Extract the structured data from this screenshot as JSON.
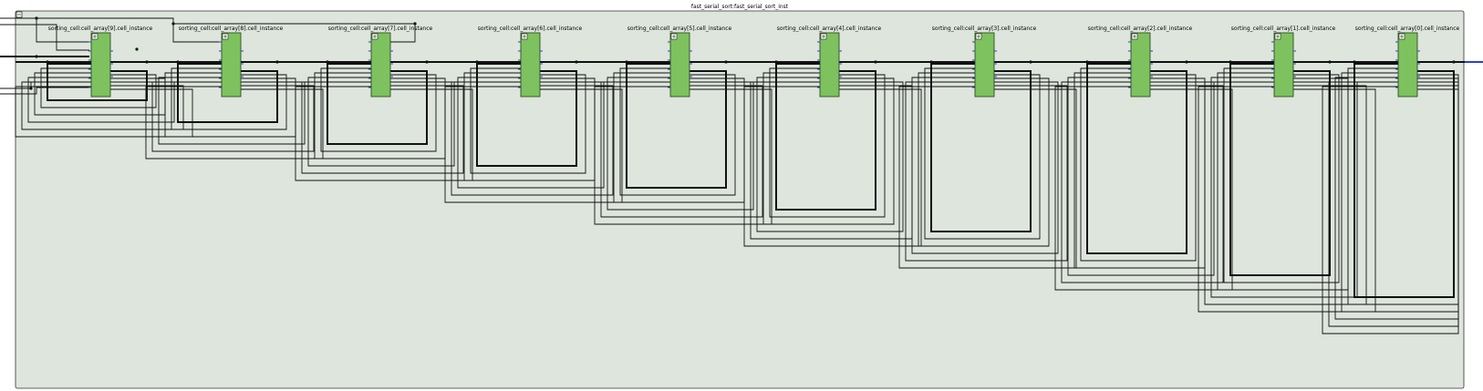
{
  "top_title": "fast_serial_sort:fast_serial_sort_inst",
  "colors": {
    "container_fill": "#dde5dc",
    "container_stroke": "#333333",
    "cell_fill": "#7ec15f",
    "cell_stroke": "#1f3f12",
    "wire": "#111111",
    "port": "#2a3fd4"
  },
  "collapse_icon": "collapse-box-icon",
  "expand_icon": "cell-expand-icon",
  "cells": [
    {
      "label": "sorting_cell:cell_array[9].cell_instance"
    },
    {
      "label": "sorting_cell:cell_array[8].cell_instance"
    },
    {
      "label": "sorting_cell:cell_array[7].cell_instance"
    },
    {
      "label": "sorting_cell:cell_array[6].cell_instance"
    },
    {
      "label": "sorting_cell:cell_array[5].cell_instance"
    },
    {
      "label": "sorting_cell:cell_array[4].cell_instance"
    },
    {
      "label": "sorting_cell:cell_array[3].cell_instance"
    },
    {
      "label": "sorting_cell:cell_array[2].cell_instance"
    },
    {
      "label": "sorting_cell:cell_array[1].cell_instance"
    },
    {
      "label": "sorting_cell:cell_array[0].cell_instance"
    }
  ]
}
